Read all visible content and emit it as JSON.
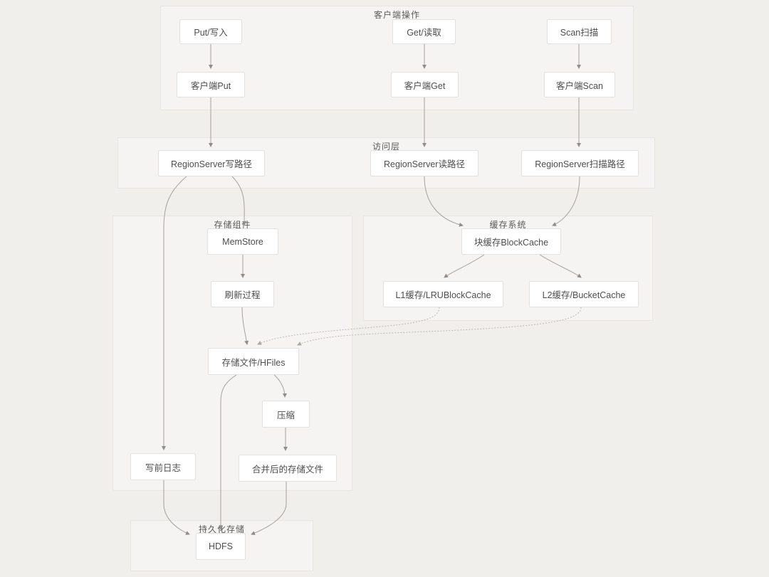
{
  "diagram": {
    "groups": [
      {
        "id": "client-ops",
        "label": "客户端操作"
      },
      {
        "id": "access-layer",
        "label": "访问层"
      },
      {
        "id": "storage-components",
        "label": "存储组件"
      },
      {
        "id": "cache-system",
        "label": "缓存系统"
      },
      {
        "id": "persistent-storage",
        "label": "持久化存储"
      }
    ],
    "nodes": [
      {
        "id": "put-write",
        "label": "Put/写入",
        "group": "client-ops"
      },
      {
        "id": "get-read",
        "label": "Get/读取",
        "group": "client-ops"
      },
      {
        "id": "scan-scan",
        "label": "Scan扫描",
        "group": "client-ops"
      },
      {
        "id": "client-put",
        "label": "客户端Put",
        "group": "client-ops"
      },
      {
        "id": "client-get",
        "label": "客户端Get",
        "group": "client-ops"
      },
      {
        "id": "client-scan",
        "label": "客户端Scan",
        "group": "client-ops"
      },
      {
        "id": "rs-write-path",
        "label": "RegionServer写路径",
        "group": "access-layer"
      },
      {
        "id": "rs-read-path",
        "label": "RegionServer读路径",
        "group": "access-layer"
      },
      {
        "id": "rs-scan-path",
        "label": "RegionServer扫描路径",
        "group": "access-layer"
      },
      {
        "id": "memstore",
        "label": "MemStore",
        "group": "storage-components"
      },
      {
        "id": "flush-process",
        "label": "刷新过程",
        "group": "storage-components"
      },
      {
        "id": "hfiles",
        "label": "存储文件/HFiles",
        "group": "storage-components"
      },
      {
        "id": "compaction",
        "label": "压缩",
        "group": "storage-components"
      },
      {
        "id": "wal",
        "label": "写前日志",
        "group": "storage-components"
      },
      {
        "id": "merged-files",
        "label": "合并后的存储文件",
        "group": "storage-components"
      },
      {
        "id": "block-cache",
        "label": "块缓存BlockCache",
        "group": "cache-system"
      },
      {
        "id": "l1-cache",
        "label": "L1缓存/LRUBlockCache",
        "group": "cache-system"
      },
      {
        "id": "l2-cache",
        "label": "L2缓存/BucketCache",
        "group": "cache-system"
      },
      {
        "id": "hdfs",
        "label": "HDFS",
        "group": "persistent-storage"
      }
    ],
    "edges": [
      {
        "from": "put-write",
        "to": "client-put",
        "style": "solid"
      },
      {
        "from": "get-read",
        "to": "client-get",
        "style": "solid"
      },
      {
        "from": "scan-scan",
        "to": "client-scan",
        "style": "solid"
      },
      {
        "from": "client-put",
        "to": "rs-write-path",
        "style": "solid"
      },
      {
        "from": "client-get",
        "to": "rs-read-path",
        "style": "solid"
      },
      {
        "from": "client-scan",
        "to": "rs-scan-path",
        "style": "solid"
      },
      {
        "from": "rs-write-path",
        "to": "wal",
        "style": "solid"
      },
      {
        "from": "rs-write-path",
        "to": "memstore",
        "style": "solid"
      },
      {
        "from": "memstore",
        "to": "flush-process",
        "style": "solid"
      },
      {
        "from": "flush-process",
        "to": "hfiles",
        "style": "solid"
      },
      {
        "from": "rs-read-path",
        "to": "block-cache",
        "style": "solid"
      },
      {
        "from": "rs-scan-path",
        "to": "block-cache",
        "style": "solid"
      },
      {
        "from": "block-cache",
        "to": "l1-cache",
        "style": "solid"
      },
      {
        "from": "block-cache",
        "to": "l2-cache",
        "style": "solid"
      },
      {
        "from": "l1-cache",
        "to": "hfiles",
        "style": "dashed"
      },
      {
        "from": "l2-cache",
        "to": "hfiles",
        "style": "dashed"
      },
      {
        "from": "hfiles",
        "to": "compaction",
        "style": "solid"
      },
      {
        "from": "hfiles",
        "to": "hdfs",
        "style": "solid"
      },
      {
        "from": "compaction",
        "to": "merged-files",
        "style": "solid"
      },
      {
        "from": "wal",
        "to": "hdfs",
        "style": "solid"
      },
      {
        "from": "merged-files",
        "to": "hdfs",
        "style": "solid"
      }
    ],
    "colors": {
      "page_bg": "#f1efec",
      "group_bg": "#f6f4f2",
      "group_border": "#e8e5e1",
      "node_bg": "#ffffff",
      "node_border": "#e3e0dd",
      "text": "#4e4e4e",
      "label": "#5b5b5b",
      "line": "#a5a19b",
      "dashed_line": "#bdb9b3",
      "arrowhead": "#918d88"
    }
  }
}
